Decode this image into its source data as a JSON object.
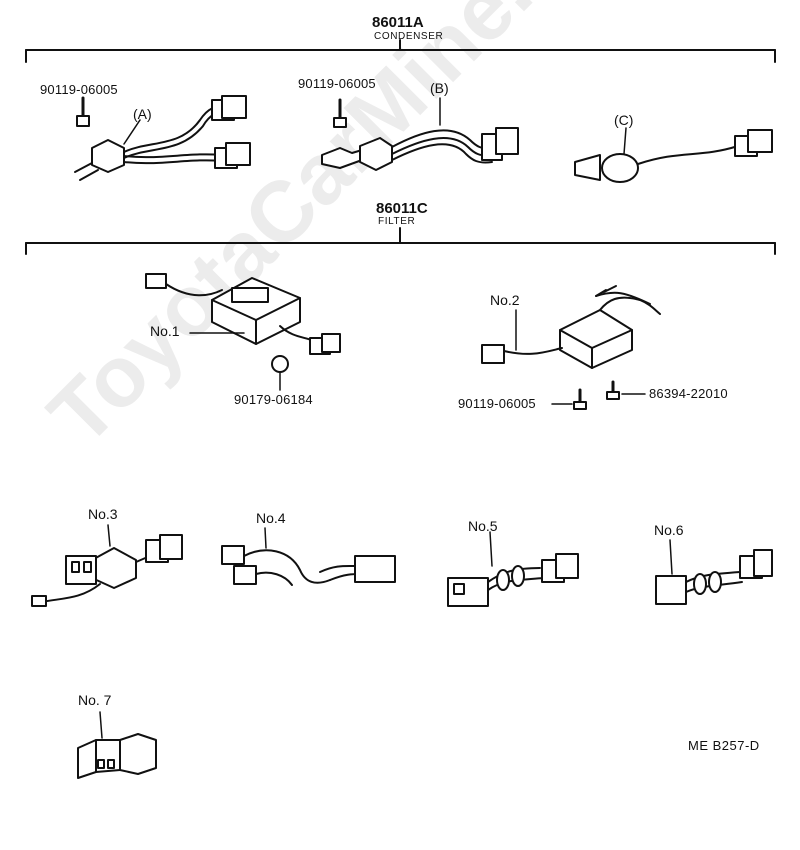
{
  "groups": {
    "condenser": {
      "code": "86011A",
      "name": "CONDENSER"
    },
    "filter": {
      "code": "86011C",
      "name": "FILTER"
    }
  },
  "callouts": {
    "a": "(A)",
    "b": "(B)",
    "c": "(C)",
    "no1": "No.1",
    "no2": "No.2",
    "no3": "No.3",
    "no4": "No.4",
    "no5": "No.5",
    "no6": "No.6",
    "no7": "No. 7"
  },
  "part_numbers": {
    "screw_a": "90119-06005",
    "screw_b": "90119-06005",
    "nut_no1": "90179-06184",
    "screw_no2": "90119-06005",
    "screw_no2_b": "86394-22010"
  },
  "reference": "ME  B257-D",
  "watermark": "ToyotaCarMine.ru",
  "colors": {
    "line": "#111111",
    "watermark": "#ececec"
  }
}
